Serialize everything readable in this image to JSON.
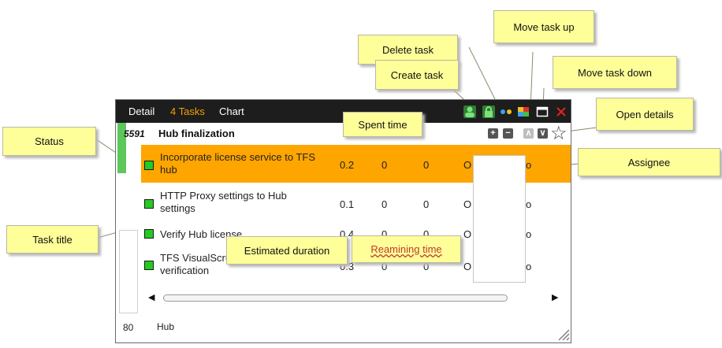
{
  "toolbar": {
    "tabs": [
      {
        "label": "Detail"
      },
      {
        "label": "4 Tasks"
      },
      {
        "label": "Chart"
      }
    ],
    "icons": [
      "user-icon",
      "lock-icon",
      "dots-icon",
      "color-icon",
      "window-icon",
      "close-icon"
    ]
  },
  "story": {
    "id": "5591",
    "title": "Hub finalization"
  },
  "task_buttons": {
    "create": "+",
    "delete": "−",
    "up": "∧",
    "down": "∨",
    "star": "☆"
  },
  "tasks": [
    {
      "title_line1": "Incorporate license service to TFS",
      "title_line2": "hub",
      "estimated": "0.2",
      "spent": "0",
      "remaining": "0",
      "o1": "O",
      "o2": "o"
    },
    {
      "title_line1": "HTTP Proxy settings to Hub",
      "title_line2": "settings",
      "estimated": "0.1",
      "spent": "0",
      "remaining": "0",
      "o1": "O",
      "o2": "o"
    },
    {
      "title_line1": "Verify Hub license",
      "title_line2": "",
      "estimated": "0.4",
      "spent": "0",
      "remaining": "0",
      "o1": "O",
      "o2": "o"
    },
    {
      "title_line1": "TFS VisualScru",
      "title_line2": "verification",
      "estimated": "0.3",
      "spent": "0",
      "remaining": "0",
      "o1": "O",
      "o2": "o"
    }
  ],
  "footer": {
    "number": "80",
    "label": "Hub"
  },
  "scroll": {
    "left_arrow": "◀",
    "right_arrow": "▶"
  },
  "callouts": {
    "status": "Status",
    "task_title": "Task title",
    "spent_time": "Spent time",
    "estimated_duration": "Estimated duration",
    "remaining_time": "Reamining time",
    "delete_task": "Delete task",
    "create_task": "Create task",
    "move_up": "Move task up",
    "move_down": "Move task down",
    "open_details": "Open details",
    "assignee": "Assignee"
  },
  "colors": {
    "accent": "#ffa500",
    "tab_active": "#f0a000",
    "status_green": "#22cc22",
    "callout_bg": "#ffff99"
  }
}
